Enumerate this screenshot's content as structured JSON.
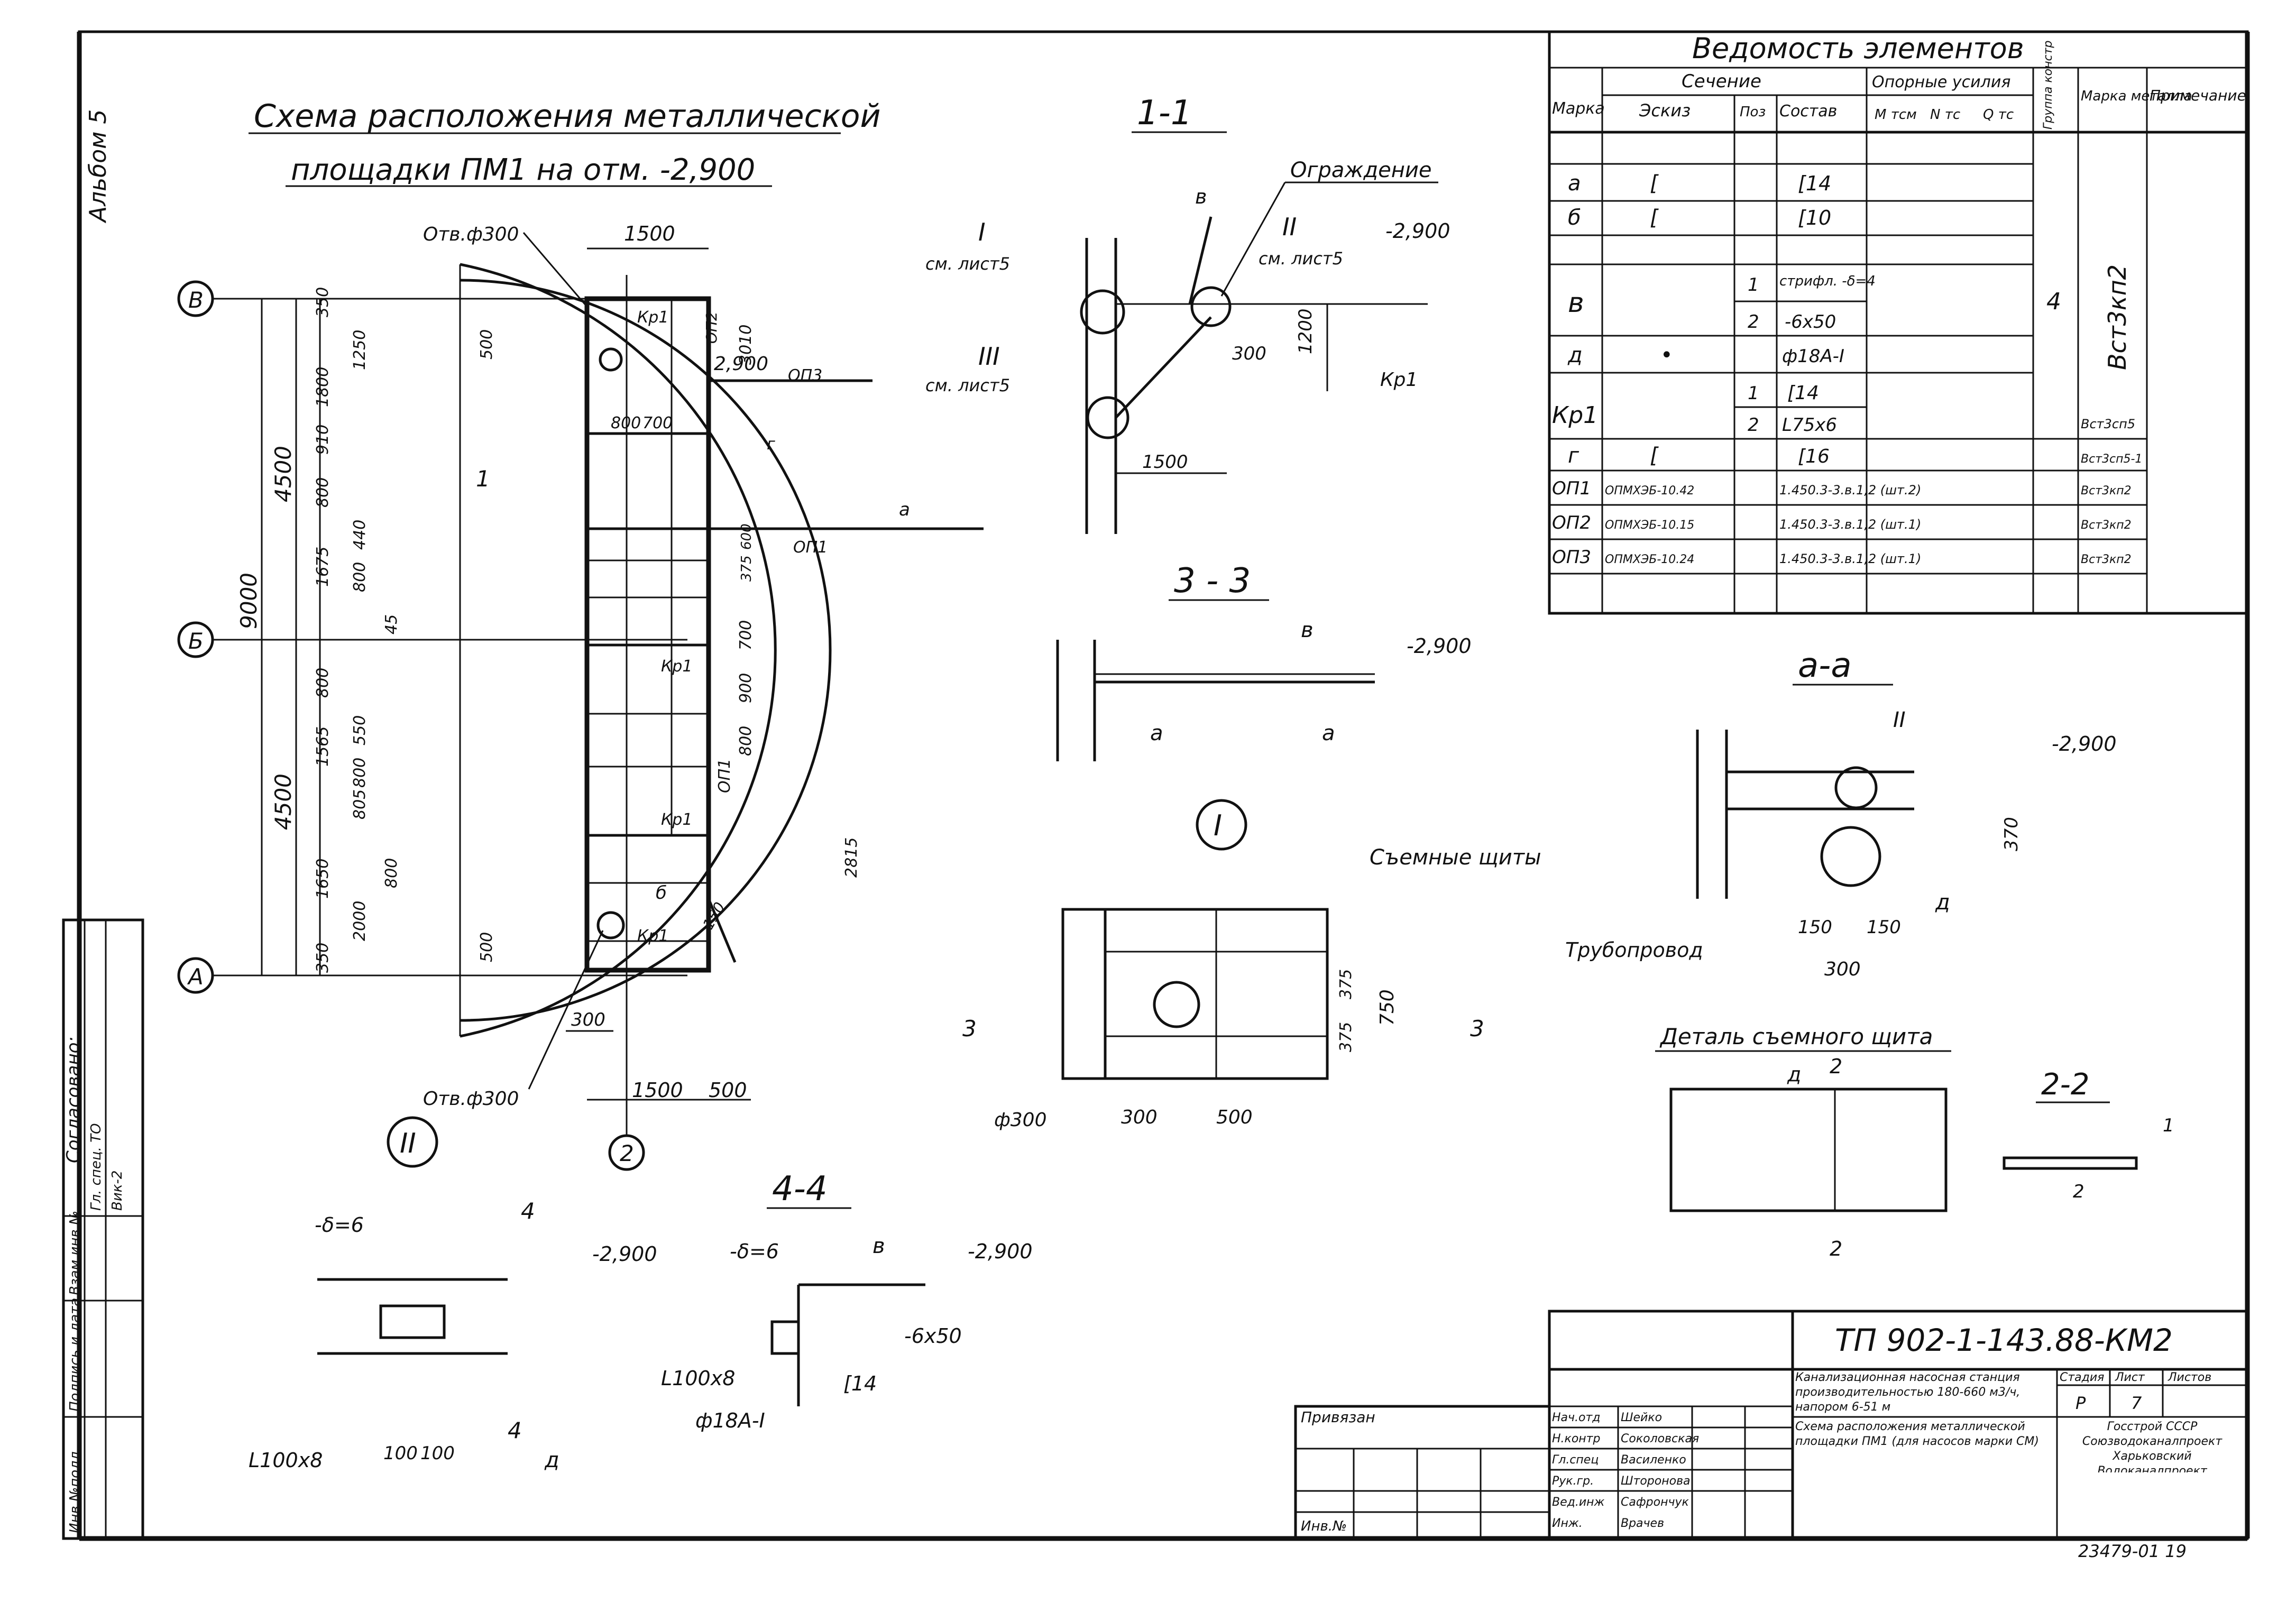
{
  "album_label": "Альбом 5",
  "title_line1": "Схема расположения металлической",
  "title_line2": "площадки ПМ1 на отм. -2,900",
  "plan": {
    "axes": [
      "В",
      "Б",
      "А",
      "2"
    ],
    "opening_top": "Отв.ф300",
    "opening_bottom": "Отв.ф300",
    "top_dim": "1500",
    "bottom_dims": [
      "1500",
      "500"
    ],
    "dim_300": "300",
    "outer_dims": [
      "9000",
      "4500",
      "4500"
    ],
    "left_dims": [
      "350",
      "1250",
      "1800",
      "910",
      "800",
      "1675",
      "800",
      "440",
      "45",
      "1565",
      "800",
      "550",
      "805",
      "800",
      "1650",
      "2000",
      "800",
      "350"
    ],
    "inner_dims": [
      "500",
      "800",
      "700",
      "500"
    ],
    "right_dims": [
      "3010",
      "375",
      "600",
      "700",
      "900",
      "800",
      "2815"
    ],
    "level": "2,900",
    "marks": [
      "Кр1",
      "ОП2",
      "ОП3",
      "ОП1",
      "ОП1",
      "Кр1",
      "Кр1",
      "Кр1",
      "а",
      "б",
      "г",
      "1",
      "150"
    ]
  },
  "section_1_1": {
    "title": "1-1",
    "fence": "Ограждение",
    "callout_I": "I",
    "callout_II": "II",
    "callout_III": "III",
    "see_sheet": "см. лист5",
    "level": "-2,900",
    "dims": [
      "300",
      "1200",
      "1500"
    ],
    "kr": "Кр1",
    "v": "в"
  },
  "section_3_3": {
    "title": "3 - 3",
    "v": "в",
    "level": "-2,900",
    "a": "а"
  },
  "detail_I": {
    "marker": "I",
    "removable": "Съемные щиты",
    "dims": [
      "375",
      "375",
      "750",
      "300",
      "500"
    ],
    "pipe": "ф300",
    "cut": "3"
  },
  "detail_II": {
    "marker": "II",
    "thickness": "-δ=6",
    "level": "-2,900",
    "angle": "L100x8",
    "dims": [
      "100",
      "100"
    ],
    "d": "д",
    "cut": "4"
  },
  "section_4_4": {
    "title": "4-4",
    "thickness": "-δ=6",
    "level": "-2,900",
    "v": "в",
    "plate": "-6x50",
    "angle": "L100x8",
    "channel": "[14",
    "rod": "ф18А-I"
  },
  "section_a_a": {
    "title": "а-а",
    "level": "-2,900",
    "callout": "II",
    "dims": [
      "370",
      "150",
      "150",
      "300"
    ],
    "pipeline": "Трубопровод",
    "d": "д"
  },
  "detail_shield": {
    "title": "Деталь съемного щита",
    "d": "д",
    "cut": "2"
  },
  "section_2_2": {
    "title": "2-2",
    "labels": [
      "1",
      "2"
    ]
  },
  "spec_table": {
    "title": "Ведомость элементов",
    "headers": {
      "mark": "Марка",
      "section": "Сечение",
      "sketch": "Эскиз",
      "pos": "Поз",
      "composition": "Состав",
      "forces": "Опорные усилия",
      "m": "М тсм",
      "n": "N тс",
      "q": "Q тс",
      "group": "Группа констр",
      "steel": "Марка металла",
      "note": "Примечание"
    },
    "rows": [
      {
        "mark": "а",
        "sketch": "[",
        "pos": "",
        "comp": "[14",
        "steel": ""
      },
      {
        "mark": "б",
        "sketch": "[",
        "pos": "",
        "comp": "[10",
        "steel": ""
      },
      {
        "mark": "в",
        "sketch": "",
        "pos": "1",
        "comp": "стрифл. -δ=4",
        "steel": ""
      },
      {
        "mark": "",
        "sketch": "",
        "pos": "2",
        "comp": "-6x50",
        "steel": ""
      },
      {
        "mark": "д",
        "sketch": "•",
        "pos": "",
        "comp": "ф18А-I",
        "steel": ""
      },
      {
        "mark": "Кр1",
        "sketch": "",
        "pos": "1",
        "comp": "[14",
        "steel": "Вст3сп5"
      },
      {
        "mark": "",
        "sketch": "",
        "pos": "2",
        "comp": "L75x6",
        "steel": ""
      },
      {
        "mark": "г",
        "sketch": "[",
        "pos": "",
        "comp": "[16",
        "steel": "Вст3сп5-1"
      },
      {
        "mark": "ОП1",
        "sketch": "ОПМХЭБ-10.42",
        "pos": "",
        "comp": "1.450.3-3.в.1,2 (шт.2)",
        "steel": "Вст3кп2"
      },
      {
        "mark": "ОП2",
        "sketch": "ОПМХЭБ-10.15",
        "pos": "",
        "comp": "1.450.3-3.в.1,2 (шт.1)",
        "steel": "Вст3кп2"
      },
      {
        "mark": "ОП3",
        "sketch": "ОПМХЭБ-10.24",
        "pos": "",
        "comp": "1.450.3-3.в.1,2 (шт.1)",
        "steel": "Вст3кп2"
      }
    ],
    "group_value": "4",
    "steel_merged": "Вст3кп2"
  },
  "title_block": {
    "code": "ТП 902-1-143.88-КМ2",
    "project": "Канализационная насосная станция производительностью 180-660 м3/ч, напором 6-51 м",
    "sheet_title": "Схема расположения металлической площадки ПМ1 (для насосов марки СМ)",
    "stage_h": "Стадия",
    "sheet_h": "Лист",
    "sheets_h": "Листов",
    "stage": "Р",
    "sheet": "7",
    "org": "Госстрой СССР Союзводоканалпроект Харьковский Водоканалпроект",
    "roles": [
      "Нач.отд",
      "Н.контр",
      "Гл.спец",
      "Рук.гр.",
      "Вед.инж",
      "Инж."
    ],
    "names": [
      "Шейко",
      "Соколовская",
      "Василенко",
      "Шторонова",
      "Сафрончук",
      "Врачев"
    ],
    "privyazan": "Привязан",
    "inv": "Инв.№",
    "number": "23479-01 19"
  },
  "left_stamp": {
    "agreed": "Согласовано:",
    "rows": [
      "Гл. спец. ТО",
      "Вик-2"
    ],
    "cols": [
      "Инв.№подл.",
      "Подпись и дата",
      "Взам.инв.№"
    ]
  }
}
